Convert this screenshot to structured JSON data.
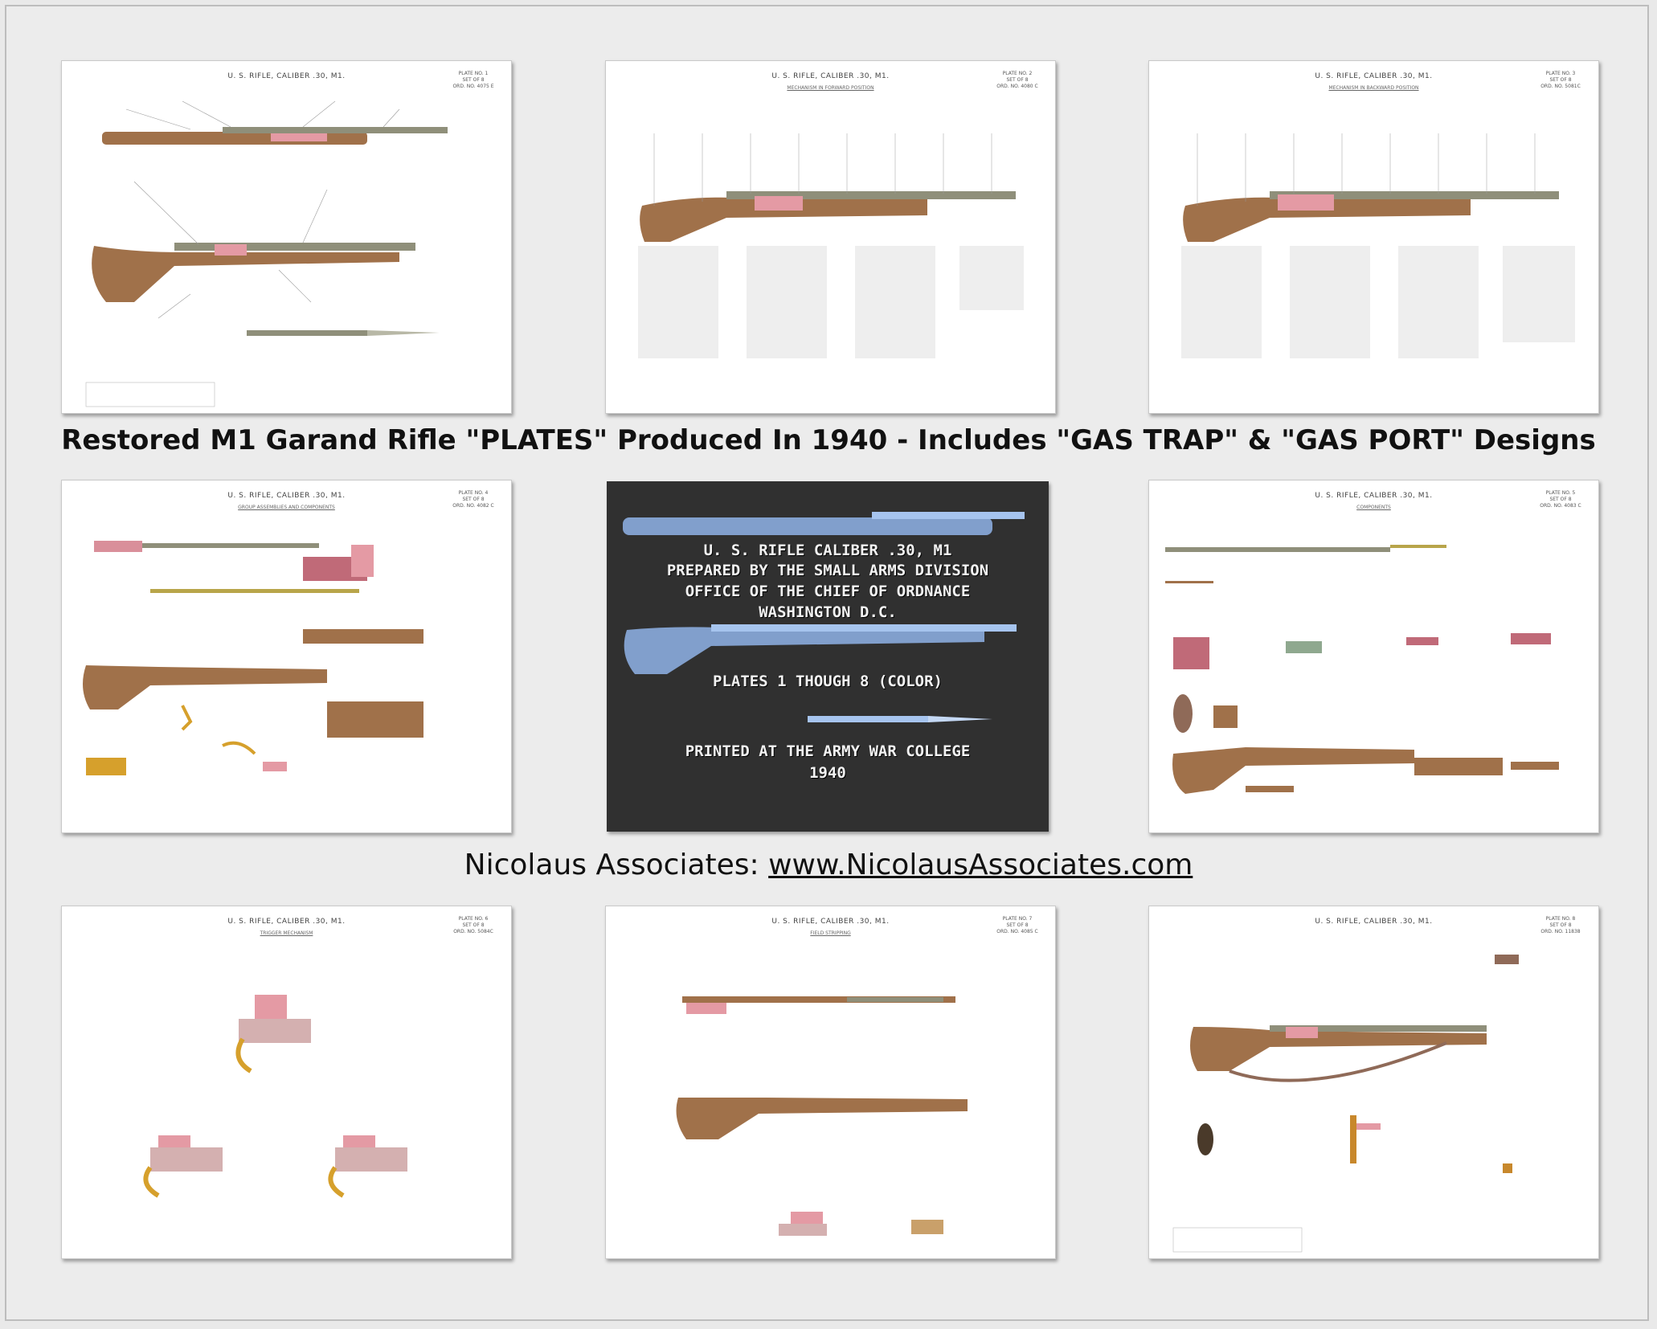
{
  "headline": "Restored M1 Garand Rifle \"PLATES\" Produced In 1940 - Includes \"GAS TRAP\" & \"GAS PORT\" Designs",
  "credit": {
    "name": "Nicolaus Associates: ",
    "url": "www.NicolausAssociates.com"
  },
  "plates": [
    {
      "title": "U. S. RIFLE, CALIBER .30, M1.",
      "subtitle": "",
      "plate_no": "PLATE NO. 1\nSET OF 8\nORD. NO. 4075 E"
    },
    {
      "title": "U. S. RIFLE, CALIBER .30, M1.",
      "subtitle": "MECHANISM IN FORWARD POSITION",
      "plate_no": "PLATE NO. 2\nSET OF 8\nORD. NO. 4080 C"
    },
    {
      "title": "U. S. RIFLE, CALIBER .30, M1.",
      "subtitle": "MECHANISM IN BACKWARD POSITION",
      "plate_no": "PLATE NO. 3\nSET OF 8\nORD. NO. 5081C"
    },
    {
      "title": "U. S. RIFLE, CALIBER .30, M1.",
      "subtitle": "GROUP ASSEMBLIES AND COMPONENTS",
      "plate_no": "PLATE NO. 4\nSET OF 8\nORD. NO. 4082 C"
    },
    {
      "title": "U. S. RIFLE, CALIBER .30, M1.",
      "subtitle": "COMPONENTS",
      "plate_no": "PLATE NO. 5\nSET OF 8\nORD. NO. 4083 C"
    },
    {
      "title": "U. S. RIFLE, CALIBER .30, M1.",
      "subtitle": "TRIGGER MECHANISM",
      "plate_no": "PLATE NO. 6\nSET OF 8\nORD. NO. 5084C"
    },
    {
      "title": "U. S. RIFLE, CALIBER .30, M1.",
      "subtitle": "FIELD STRIPPING",
      "plate_no": "PLATE NO. 7\nSET OF 8\nORD. NO. 4085 C"
    },
    {
      "title": "U. S. RIFLE, CALIBER .30, M1.",
      "subtitle": "",
      "plate_no": "PLATE NO. 8\nSET OF 8\nORD. NO. 11838"
    }
  ],
  "cover": {
    "lines": [
      "U. S. RIFLE CALIBER .30, M1",
      "PREPARED BY THE SMALL ARMS DIVISION",
      "OFFICE OF THE CHIEF OF ORDNANCE",
      "WASHINGTON D.C.",
      "PLATES 1 THOUGH 8 (COLOR)",
      "PRINTED AT THE ARMY WAR COLLEGE",
      "1940"
    ]
  },
  "colors": {
    "stock": "#a0714a",
    "metal": "#8f8f7a",
    "pink": "#e49aa4",
    "yellow": "#d6a02c",
    "cover_bg": "#303030",
    "cover_rifle": "#8fb3e8"
  }
}
